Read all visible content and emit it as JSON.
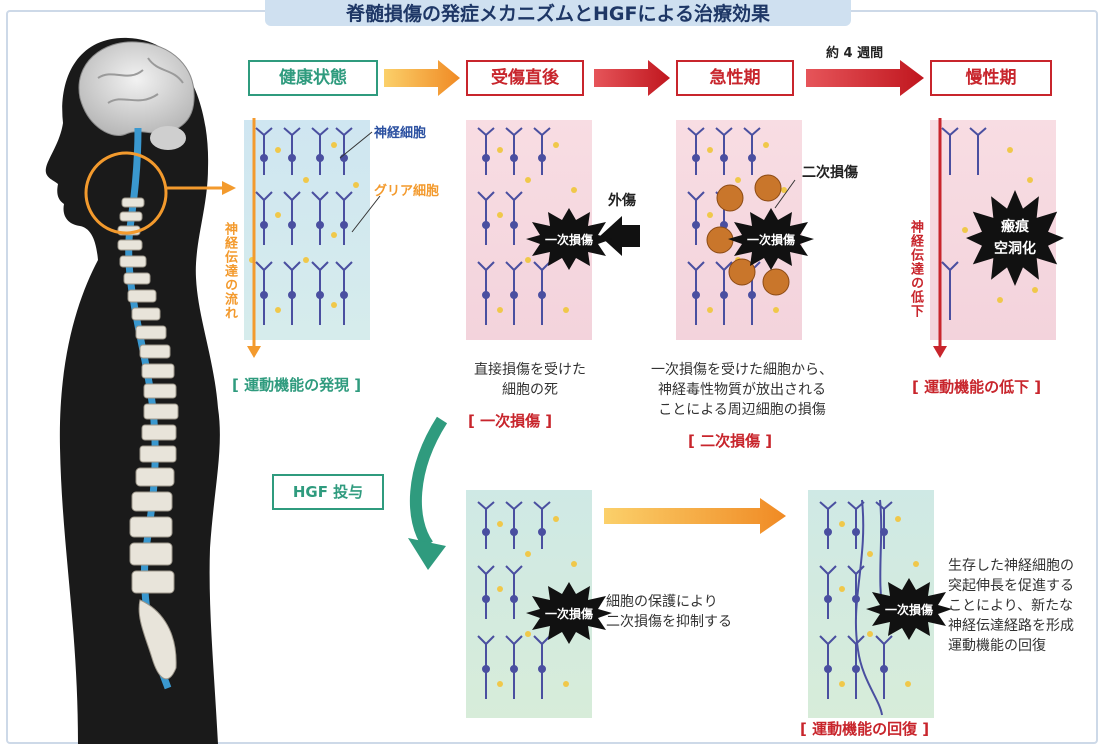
{
  "title": "脊髄損傷の発症メカニズムとHGFによる治療効果",
  "stages": {
    "healthy": "健康状態",
    "post_injury": "受傷直後",
    "acute": "急性期",
    "chronic": "慢性期"
  },
  "time_label": "約 4 週間",
  "labels": {
    "neuron": "神経細胞",
    "glia": "グリア細胞",
    "trauma": "外傷",
    "secondary_injury": "二次損傷",
    "primary_injury": "一次損傷",
    "scar_line1": "瘢痕",
    "scar_line2": "空洞化",
    "hgf_dose": "HGF 投与",
    "flow_vertical": "神経伝達の流れ",
    "decline_vertical": "神経伝達の低下"
  },
  "results": {
    "motor_expression": "[ 運動機能の発現 ]",
    "motor_decline": "[ 運動機能の低下 ]",
    "motor_recovery": "[ 運動機能の回復 ]"
  },
  "descriptions": {
    "primary_line1": "直接損傷を受けた",
    "primary_line2": "細胞の死",
    "primary_bracket": "[ 一次損傷 ]",
    "secondary_line1": "一次損傷を受けた細胞から、",
    "secondary_line2": "神経毒性物質が放出される",
    "secondary_line3": "ことによる周辺細胞の損傷",
    "secondary_bracket": "[ 二次損傷 ]",
    "protect_line1": "細胞の保護により",
    "protect_line2": "二次損傷を抑制する",
    "recovery_line1": "生存した神経細胞の",
    "recovery_line2": "突起伸長を促進する",
    "recovery_line3": "ことにより、新たな",
    "recovery_line4": "神経伝達経路を形成",
    "recovery_line5": "運動機能の回復"
  },
  "colors": {
    "green": "#2f9b7e",
    "red": "#c8252c",
    "orange": "#f39a2d",
    "navy": "#1e3766"
  }
}
